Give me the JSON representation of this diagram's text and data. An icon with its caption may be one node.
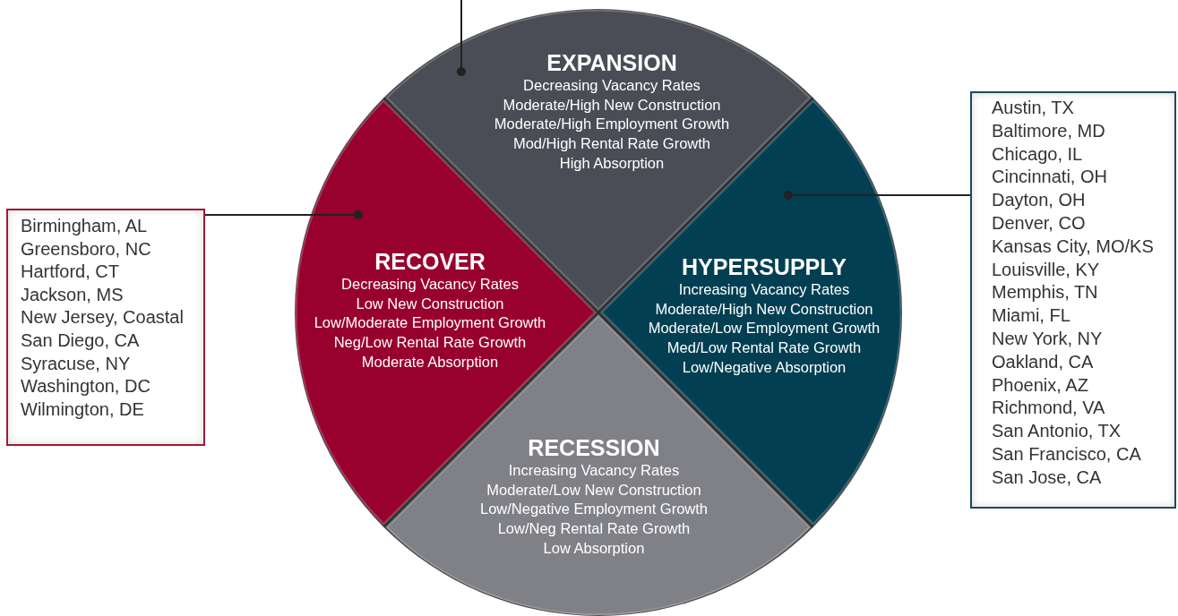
{
  "diagram": {
    "nodes": [
      {
        "text": [
          "EXPANSION",
          "Decreasing Vacancy Rates",
          "Moderate/High New Construction",
          "Moderate/High Employment Growth",
          "Mod/High Rental Rate Growth",
          "High Absorption"
        ]
      },
      {
        "text": [
          "RECOVER",
          "Decreasing Vacancy Rates",
          "Low New Construction",
          "Low/Moderate Employment Growth",
          "Neg/Low Rental Rate Growth",
          "Moderate Absorption"
        ]
      },
      {
        "text": [
          "HYPERSUPPLY",
          "Increasing Vacancy Rates",
          "Moderate/High New Construction",
          "Moderate/Low Employment Growth",
          "Med/Low Rental Rate Growth",
          "Low/Negative Absorption"
        ]
      },
      {
        "text": [
          "RECESSION",
          "Increasing Vacancy Rates",
          "Moderate/Low New Construction",
          "Low/Negative Employment Growth",
          "Low/Neg Rental Rate Growth",
          "Low Absorption"
        ]
      },
      {
        "text": [
          "Birmingham, AL",
          "Greensboro, NC",
          "Hartford, CT",
          "Jackson, MS",
          "New Jersey, Coastal",
          "San Diego, CA",
          "Syracuse, NY",
          "Washington, DC",
          "Wilmington, DE"
        ]
      },
      {
        "text": [
          "Austin, TX",
          "Baltimore, MD",
          "Chicago, IL",
          "Cincinnati, OH",
          "Dayton, OH",
          "Denver, CO",
          "Kansas City, MO/KS",
          "Louisville, KY",
          "Memphis, TN",
          "Miami, FL",
          "New York, NY",
          "Oakland, CA",
          "Phoenix, AZ",
          "Richmond, VA",
          "San Antonio, TX",
          "San Francisco, CA",
          "San Jose, CA"
        ]
      }
    ],
    "edges": [
      {
        "from": null,
        "to": 0,
        "arrow": "other"
      },
      {
        "from": 4,
        "to": 1,
        "arrow": "other"
      },
      {
        "from": 5,
        "to": 2,
        "arrow": "other"
      }
    ]
  }
}
